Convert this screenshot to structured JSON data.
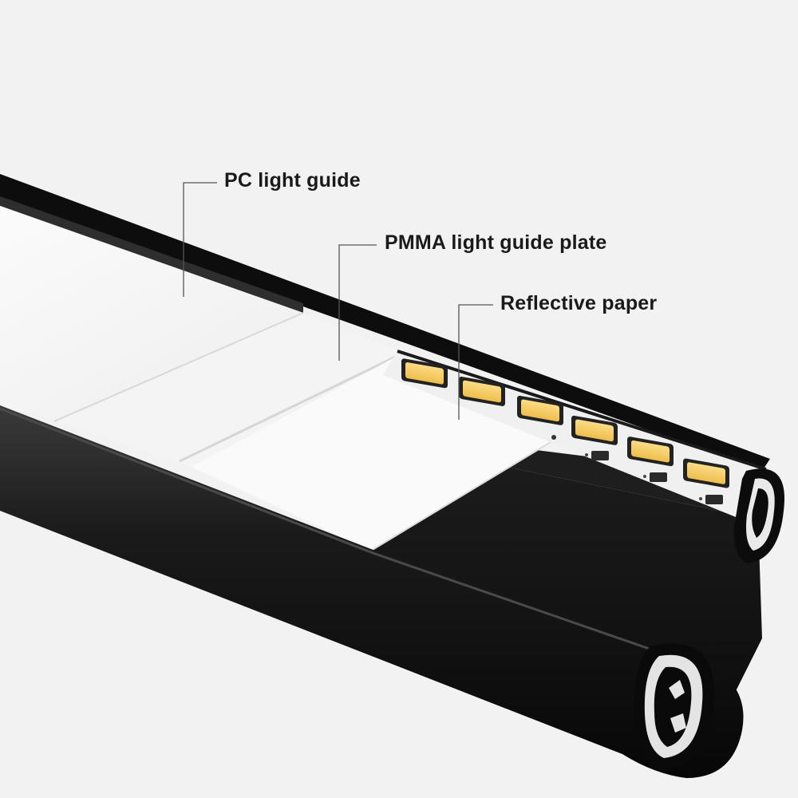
{
  "callouts": {
    "pc_light_guide": "PC light guide",
    "pmma_light_guide_plate": "PMMA light guide plate",
    "reflective_paper": "Reflective paper"
  },
  "colors": {
    "background": "#f2f2f2",
    "housing": "#111111",
    "led": "#f6cd63",
    "diffuser": "#f7f7f7"
  },
  "icons": [
    "led-chip-icon",
    "resistor-chip-icon"
  ]
}
